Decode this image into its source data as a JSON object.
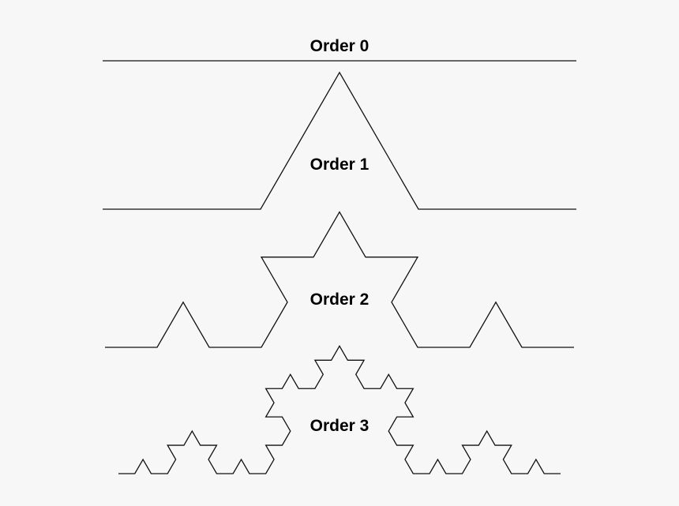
{
  "diagram": {
    "title": "",
    "curve_type": "Koch curve",
    "stroke_color": "#111111",
    "background_color": "#f7f7f7",
    "orders": [
      {
        "label": "Order 0",
        "order": 0
      },
      {
        "label": "Order 1",
        "order": 1
      },
      {
        "label": "Order 2",
        "order": 2
      },
      {
        "label": "Order 3",
        "order": 3
      }
    ]
  }
}
